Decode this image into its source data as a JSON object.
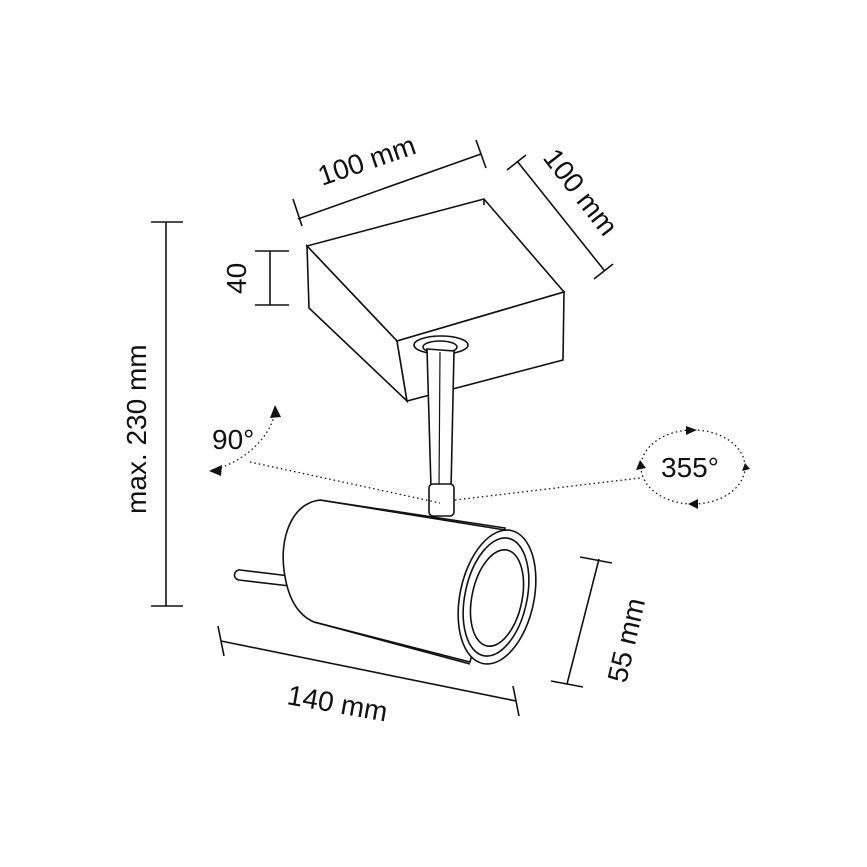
{
  "dimensions": {
    "base_width": "100 mm",
    "base_depth": "100 mm",
    "base_height": "40",
    "total_height": "max. 230 mm",
    "spot_length": "140 mm",
    "spot_diameter": "55 mm"
  },
  "rotations": {
    "tilt": "90°",
    "swivel": "355°"
  },
  "colors": {
    "line": "#111111",
    "background": "#ffffff"
  }
}
